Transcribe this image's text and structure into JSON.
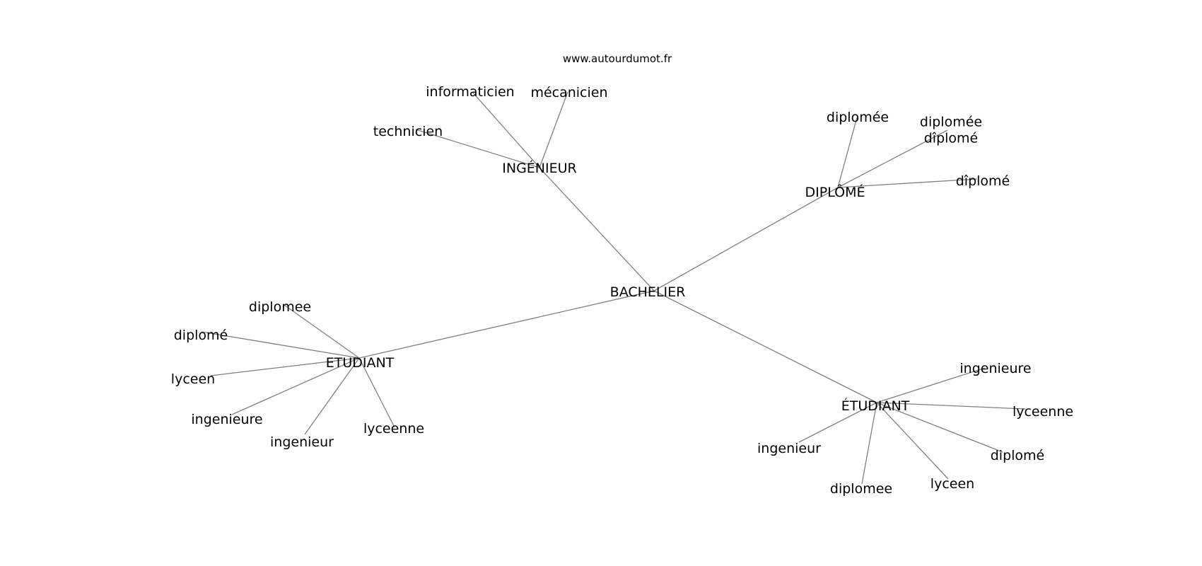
{
  "watermark": "www.autourdumot.fr",
  "graph": {
    "center": "BACHELIER",
    "branches": [
      {
        "label": "INGÉNIEUR",
        "leaves": [
          "informaticien",
          "mécanicien",
          "technicien"
        ]
      },
      {
        "label": "DIPLÔMÉ",
        "leaves": [
          "diplomée",
          "diplomée dîplomé",
          "dîplomé"
        ]
      },
      {
        "label": "ETUDIANT",
        "leaves": [
          "diplomee",
          "diplomé",
          "lyceen",
          "ingenieure",
          "ingenieur",
          "lyceenne"
        ]
      },
      {
        "label": "ÉTUDIANT",
        "leaves": [
          "ingenieure",
          "lyceenne",
          "diplomé",
          "lyceen",
          "diplomee",
          "ingenieur"
        ]
      }
    ]
  },
  "colors": {
    "edge": "#808080",
    "text": "#000000",
    "background": "#ffffff"
  }
}
